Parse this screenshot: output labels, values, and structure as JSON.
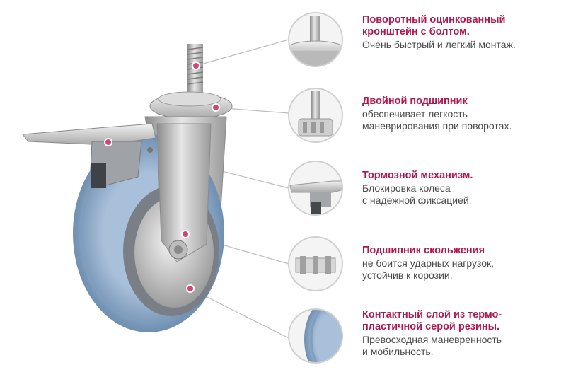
{
  "accent_color": "#b0164f",
  "wheel_color": "#8fa9c6",
  "features": [
    {
      "icon": "threaded-bolt-icon",
      "title": "Поворотный оцинкованный\nкронштейн с болтом.",
      "desc": "Очень быстрый и легкий монтаж."
    },
    {
      "icon": "double-bearing-icon",
      "title": "Двойной подшипник",
      "desc": "обеспечивает легкость\nманеврирования при поворотах."
    },
    {
      "icon": "brake-icon",
      "title": "Тормозной механизм.",
      "desc": "Блокировка колеса\nс надежной фиксацией."
    },
    {
      "icon": "plain-bearing-icon",
      "title": "Подшипник скольжения",
      "desc": "не боится ударных нагрузок,\nустойчив к корозии."
    },
    {
      "icon": "rubber-tread-icon",
      "title": "Контактный слой из термо-\nпластичной серой резины.",
      "desc": "Превосходная маневренность\nи мобильность."
    }
  ]
}
